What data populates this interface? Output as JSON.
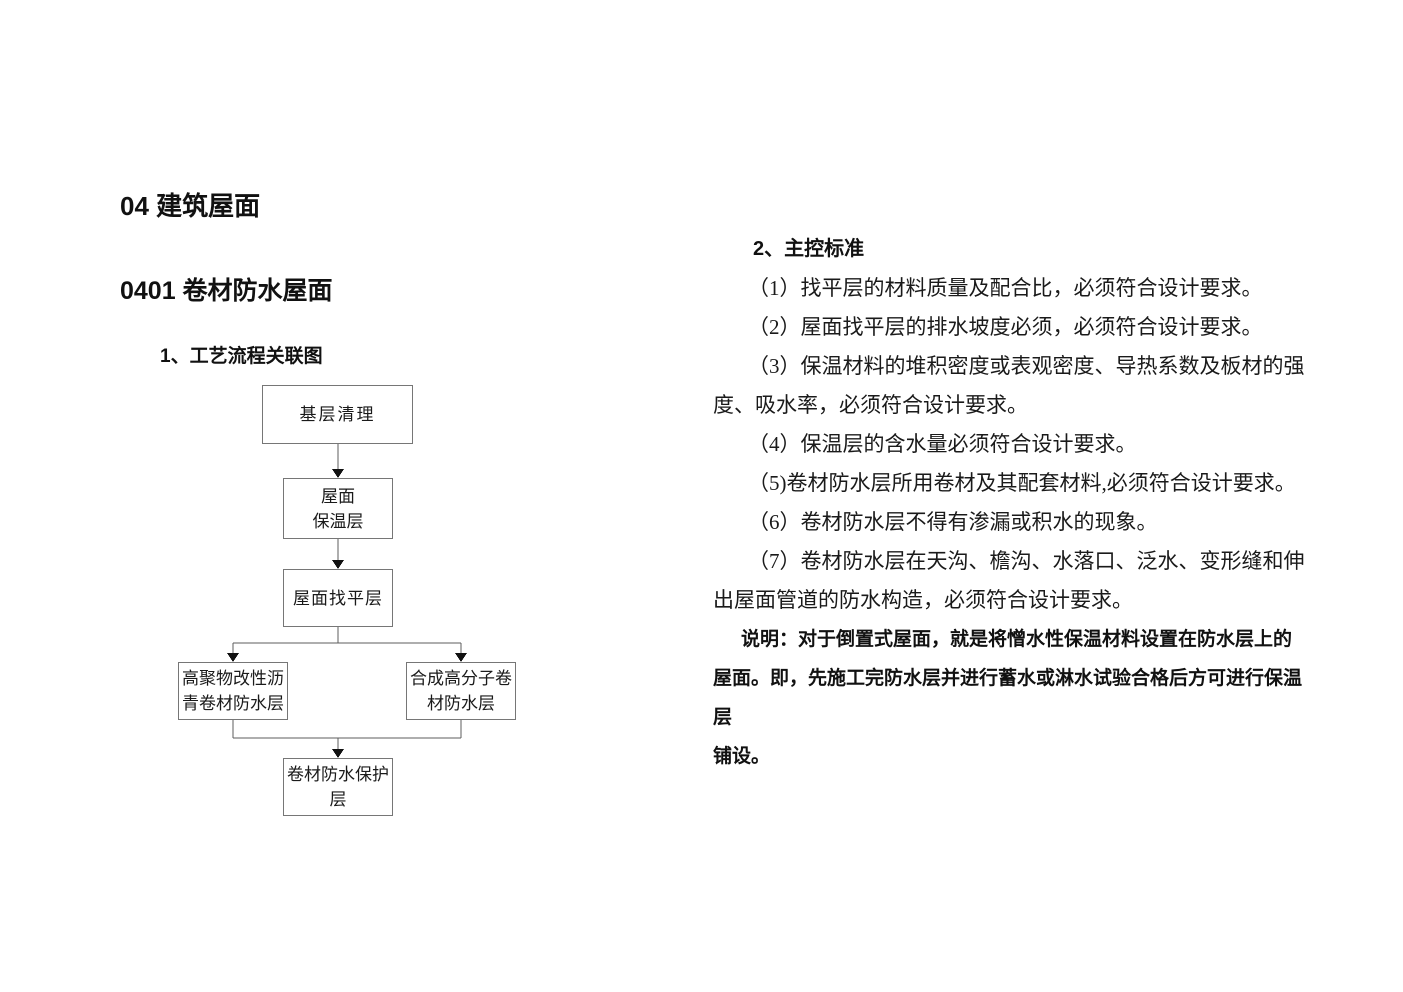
{
  "document": {
    "title": "04 建筑屋面",
    "section": "0401 卷材防水屋面"
  },
  "flowchart": {
    "heading": "1、工艺流程关联图",
    "nodes": {
      "base_cleaning": "基层清理",
      "roof_insulation": "屋面\n保温层",
      "roof_leveling": "屋面找平层",
      "polymer_modified_bitumen": "高聚物改性沥\n青卷材防水层",
      "synthetic_polymer": "合成高分子卷\n材防水层",
      "membrane_protection": "卷材防水保护\n层"
    }
  },
  "standards": {
    "heading": "2、主控标准",
    "items": [
      "（1）找平层的材料质量及配合比，必须符合设计要求。",
      "（2）屋面找平层的排水坡度必须，必须符合设计要求。",
      "（3）保温材料的堆积密度或表观密度、导热系数及板材的强\n度、吸水率，必须符合设计要求。",
      "（4）保温层的含水量必须符合设计要求。",
      "（5)卷材防水层所用卷材及其配套材料,必须符合设计要求。",
      "（6）卷材防水层不得有渗漏或积水的现象。",
      "（7）卷材防水层在天沟、檐沟、水落口、泛水、变形缝和伸\n出屋面管道的防水构造，必须符合设计要求。"
    ],
    "note": "说明：对于倒置式屋面，就是将憎水性保温材料设置在防水层上的\n屋面。即，先施工完防水层并进行蓄水或淋水试验合格后方可进行保温层\n铺设。"
  }
}
